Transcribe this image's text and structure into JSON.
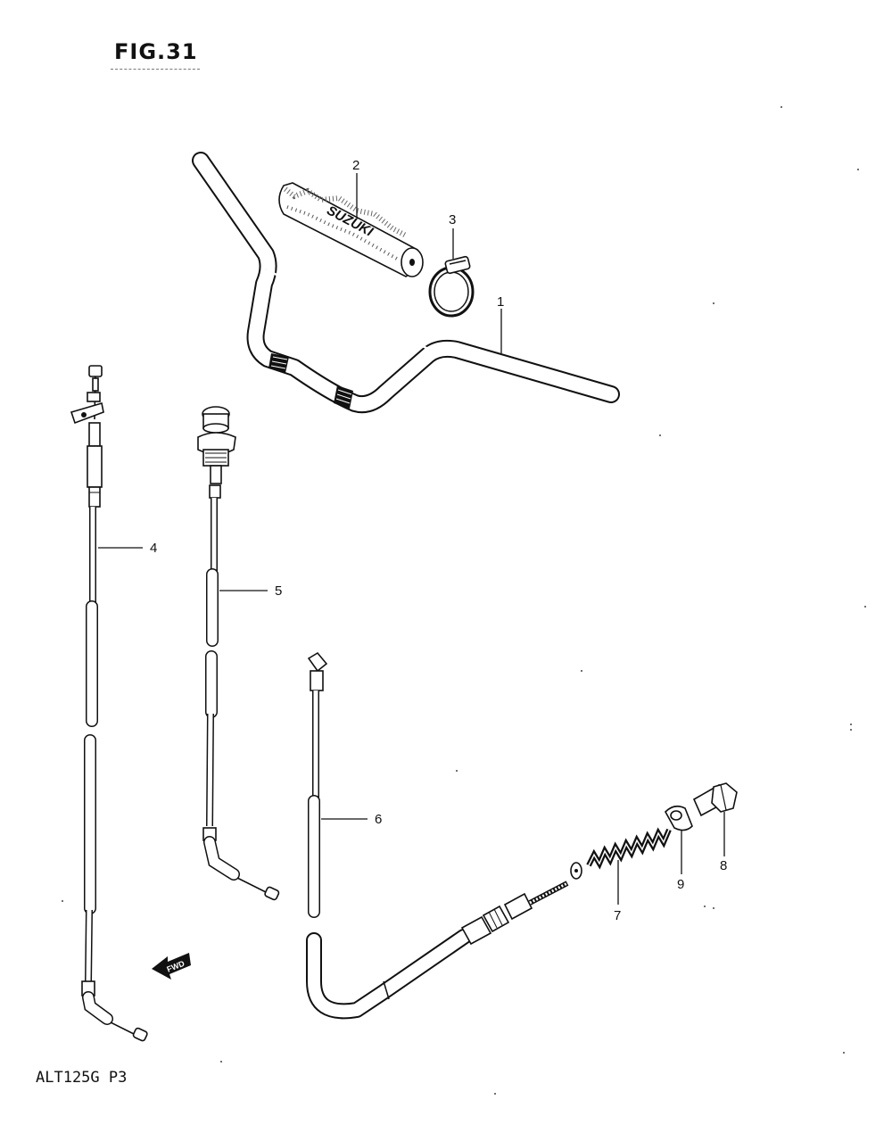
{
  "figure": {
    "title": "FIG.31",
    "model_code": "ALT125G  P3"
  },
  "grip_brand_text": "SUZUKI",
  "fwd_arrow_text": "FWD",
  "callouts": [
    {
      "id": "1",
      "label": "1"
    },
    {
      "id": "2",
      "label": "2"
    },
    {
      "id": "3",
      "label": "3"
    },
    {
      "id": "4",
      "label": "4"
    },
    {
      "id": "5",
      "label": "5"
    },
    {
      "id": "6",
      "label": "6"
    },
    {
      "id": "7",
      "label": "7"
    },
    {
      "id": "8",
      "label": "8"
    },
    {
      "id": "9",
      "label": "9"
    }
  ],
  "colors": {
    "ink": "#111111",
    "paper": "#ffffff"
  }
}
